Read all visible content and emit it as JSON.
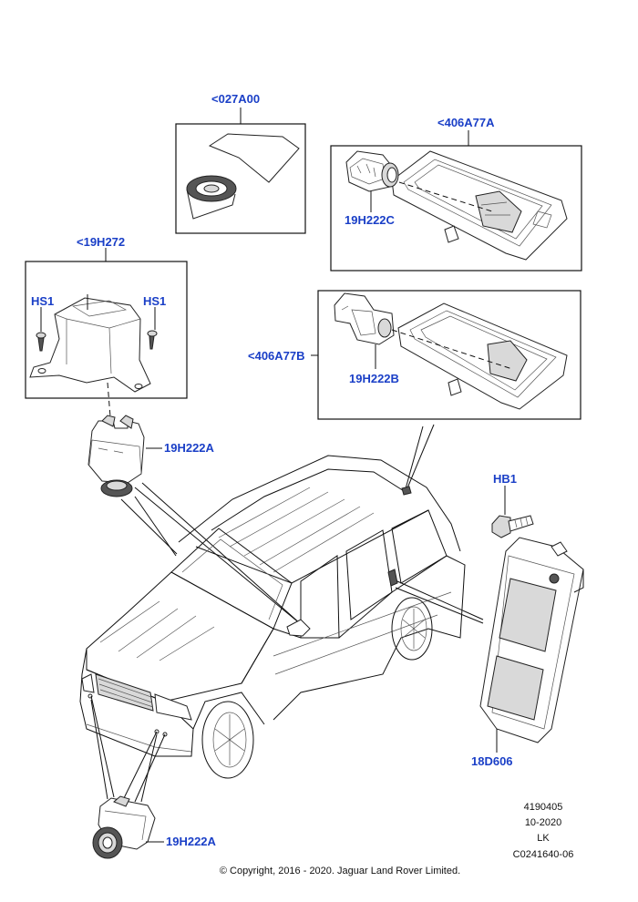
{
  "callouts": {
    "c027A00": "<027A00",
    "c406A77A": "<406A77A",
    "c19H272": "<19H272",
    "c406A77B": "<406A77B",
    "hs1_left": "HS1",
    "hs1_right": "HS1",
    "c19H222C": "19H222C",
    "c19H222B": "19H222B",
    "c19H222A_top": "19H222A",
    "c19H222A_bottom": "19H222A",
    "hb1": "HB1",
    "c18D606": "18D606"
  },
  "meta": {
    "ref_number": "4190405",
    "date": "10-2020",
    "initials": "LK",
    "drawing_code": "C0241640-06"
  },
  "copyright": "© Copyright, 2016 - 2020. Jaguar Land Rover Limited.",
  "colors": {
    "callout": "#1a3fc7",
    "line": "#111111"
  }
}
